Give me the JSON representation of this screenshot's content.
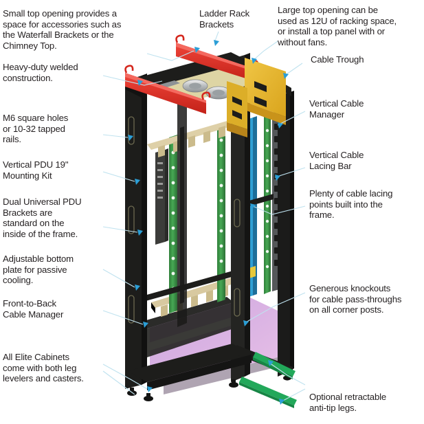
{
  "figure": {
    "subject": "Elite Series Server Rack Cabinet cutaway illustration",
    "colors": {
      "text": "#231f20",
      "leader_line": "#bfe2ef",
      "arrow": "#2b9ed6",
      "frame_black": "#1d1d1b",
      "ladder_rack_red": "#e53127",
      "cable_trough_yellow": "#e7b62b",
      "top_plate_tan": "#ded5a4",
      "mounting_rail_green": "#3f9b4a",
      "pdu_bracket_tan": "#d8c9a0",
      "vertical_manager_blue": "#2e9fd4",
      "bottom_plate_purple": "#d49fd8",
      "anti_tip_green": "#22a85a",
      "background": "#ffffff"
    }
  },
  "callouts": {
    "left": [
      {
        "id": "small-top-opening",
        "text": "Small top opening provides a\nspace for accessories such as\nthe Waterfall Brackets or the\nChimney Top."
      },
      {
        "id": "heavy-duty-welded",
        "text": "Heavy-duty welded\nconstruction."
      },
      {
        "id": "m6-square-holes",
        "text": "M6 square holes\nor 10-32 tapped\nrails."
      },
      {
        "id": "vertical-pdu-mounting-kit",
        "text": "Vertical PDU 19\"\nMounting Kit"
      },
      {
        "id": "dual-universal-pdu-brackets",
        "text": "Dual Universal PDU\nBrackets are\nstandard on the\ninside of the frame."
      },
      {
        "id": "adjustable-bottom-plate",
        "text": "Adjustable bottom\nplate for passive\ncooling."
      },
      {
        "id": "front-to-back-cable-manager",
        "text": "Front-to-Back\nCable Manager"
      },
      {
        "id": "leg-levelers-and-casters",
        "text": "All Elite Cabinets\ncome with both leg\nlevelers and casters."
      }
    ],
    "top": [
      {
        "id": "ladder-rack-brackets",
        "text": "Ladder Rack\nBrackets"
      },
      {
        "id": "large-top-opening",
        "text": "Large top opening can be\nused as 12U of racking space,\nor install a top panel with or\nwithout fans."
      }
    ],
    "right": [
      {
        "id": "cable-trough",
        "text": "Cable Trough"
      },
      {
        "id": "vertical-cable-manager",
        "text": "Vertical Cable\nManager"
      },
      {
        "id": "vertical-cable-lacing-bar",
        "text": "Vertical Cable\nLacing Bar"
      },
      {
        "id": "cable-lacing-points",
        "text": "Plenty of cable lacing\npoints built into the\nframe."
      },
      {
        "id": "generous-knockouts",
        "text": "Generous knockouts\nfor cable pass-throughs\non all corner posts."
      },
      {
        "id": "optional-anti-tip-legs",
        "text": "Optional retractable\nanti-tip legs."
      }
    ]
  }
}
